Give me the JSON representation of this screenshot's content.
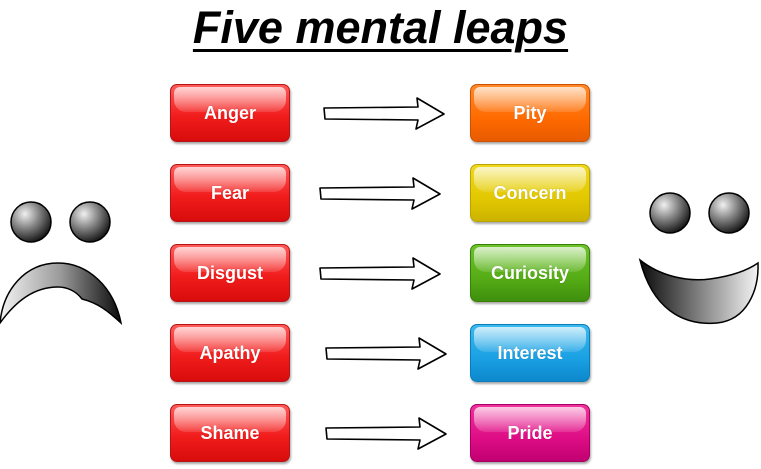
{
  "title": "Five mental leaps",
  "leaps": [
    {
      "from": "Anger",
      "to": "Pity"
    },
    {
      "from": "Fear",
      "to": "Concern"
    },
    {
      "from": "Disgust",
      "to": "Curiosity"
    },
    {
      "from": "Apathy",
      "to": "Interest"
    },
    {
      "from": "Shame",
      "to": "Pride"
    }
  ],
  "colors": {
    "left_box": "#f21d1d",
    "pity": "#ff6a00",
    "concern": "#e2c800",
    "curiosity": "#55ac16",
    "interest": "#1aa0e3",
    "pride": "#de0d85"
  },
  "icons": {
    "left": "sad-face-icon",
    "right": "happy-face-icon"
  }
}
